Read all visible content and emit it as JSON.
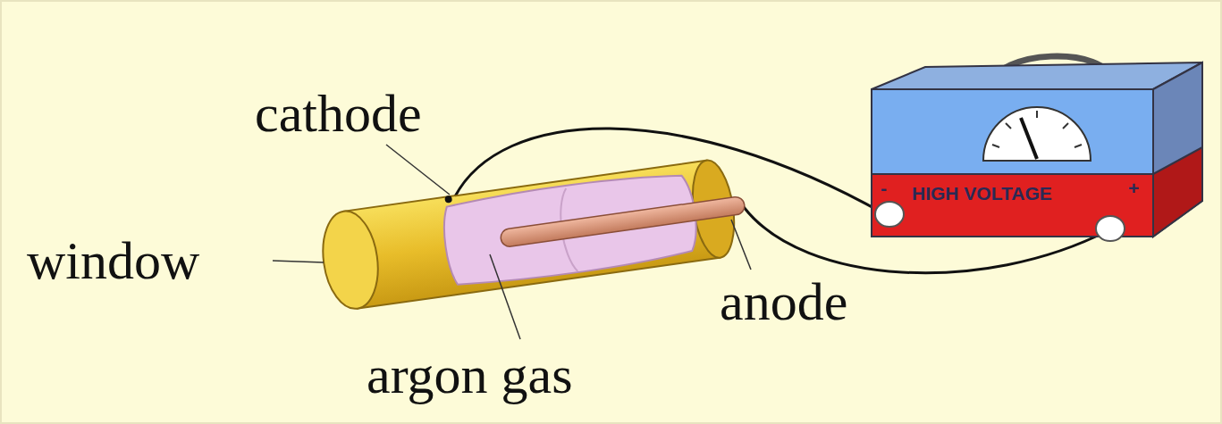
{
  "diagram": {
    "labels": [
      "cathode",
      "window",
      "argon gas",
      "anode",
      "-",
      "HIGH VOLTAGE",
      "+"
    ]
  }
}
